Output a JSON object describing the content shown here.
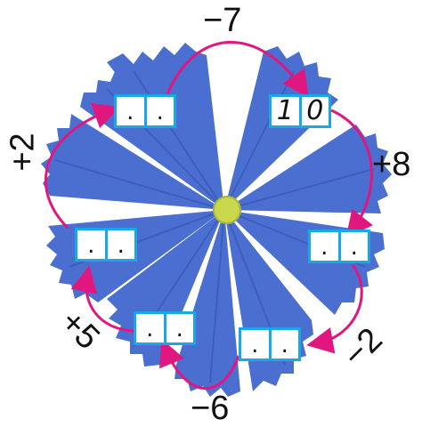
{
  "boxes": {
    "top_left": {
      "tens": ".",
      "ones": "."
    },
    "top_right": {
      "tens": "1",
      "ones": "0"
    },
    "right": {
      "tens": ".",
      "ones": "."
    },
    "bottom_right": {
      "tens": ".",
      "ones": "."
    },
    "bottom_left": {
      "tens": ".",
      "ones": "."
    },
    "left": {
      "tens": ".",
      "ones": "."
    }
  },
  "operations": {
    "top": "−7",
    "right_upper": "+8",
    "right_lower": "−2",
    "bottom": "−6",
    "left_lower": "+5",
    "left_upper": "+2"
  },
  "colors": {
    "petal": "#4a6fd0",
    "petal_shadow": "#3553b0",
    "center": "#c8d84a",
    "arrow": "#e0177e",
    "box_border": "#1aa7e8"
  }
}
